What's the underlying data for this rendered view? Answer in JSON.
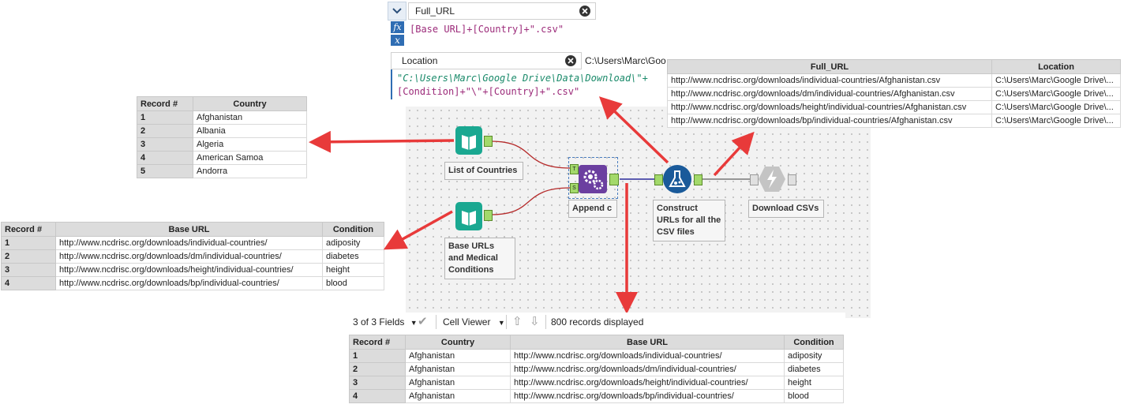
{
  "formula_top": {
    "field_name": "Full_URL",
    "fx_label": "fx",
    "x_label": "x",
    "expression": "[Base URL]+[Country]+\".csv\""
  },
  "formula_second": {
    "field_name": "Location",
    "path_preview": "C:\\Users\\Marc\\Goo",
    "expression_line1": "\"C:\\Users\\Marc\\Google Drive\\Data\\Download\\\"+",
    "expression_line2": "[Condition]+\"\\\"+[Country]+\".csv\""
  },
  "url_table": {
    "headers": [
      "Full_URL",
      "Location"
    ],
    "rows": [
      [
        "http://www.ncdrisc.org/downloads/individual-countries/Afghanistan.csv",
        "C:\\Users\\Marc\\Google Drive\\..."
      ],
      [
        "http://www.ncdrisc.org/downloads/dm/individual-countries/Afghanistan.csv",
        "C:\\Users\\Marc\\Google Drive\\..."
      ],
      [
        "http://www.ncdrisc.org/downloads/height/individual-countries/Afghanistan.csv",
        "C:\\Users\\Marc\\Google Drive\\..."
      ],
      [
        "http://www.ncdrisc.org/downloads/bp/individual-countries/Afghanistan.csv",
        "C:\\Users\\Marc\\Google Drive\\..."
      ]
    ]
  },
  "country_table": {
    "headers": [
      "Record #",
      "Country"
    ],
    "rows": [
      [
        "1",
        "Afghanistan"
      ],
      [
        "2",
        "Albania"
      ],
      [
        "3",
        "Algeria"
      ],
      [
        "4",
        "American Samoa"
      ],
      [
        "5",
        "Andorra"
      ]
    ]
  },
  "base_table": {
    "headers": [
      "Record #",
      "Base URL",
      "Condition"
    ],
    "rows": [
      [
        "1",
        "http://www.ncdrisc.org/downloads/individual-countries/",
        "adiposity"
      ],
      [
        "2",
        "http://www.ncdrisc.org/downloads/dm/individual-countries/",
        "diabetes"
      ],
      [
        "3",
        "http://www.ncdrisc.org/downloads/height/individual-countries/",
        "height"
      ],
      [
        "4",
        "http://www.ncdrisc.org/downloads/bp/individual-countries/",
        "blood"
      ]
    ]
  },
  "tools": {
    "list_of_countries": "List of Countries",
    "base_urls": "Base URLs and Medical Conditions",
    "append": "Append c",
    "construct": "Construct URLs for all the CSV files",
    "download": "Download CSVs"
  },
  "viewer": {
    "fields": "3 of 3 Fields",
    "cell_viewer": "Cell Viewer",
    "records": "800 records displayed"
  },
  "result_table": {
    "headers": [
      "Record #",
      "Country",
      "Base URL",
      "Condition"
    ],
    "rows": [
      [
        "1",
        "Afghanistan",
        "http://www.ncdrisc.org/downloads/individual-countries/",
        "adiposity"
      ],
      [
        "2",
        "Afghanistan",
        "http://www.ncdrisc.org/downloads/dm/individual-countries/",
        "diabetes"
      ],
      [
        "3",
        "Afghanistan",
        "http://www.ncdrisc.org/downloads/height/individual-countries/",
        "height"
      ],
      [
        "4",
        "Afghanistan",
        "http://www.ncdrisc.org/downloads/bp/individual-countries/",
        "blood"
      ]
    ]
  },
  "colors": {
    "input_tool": "#1aa891",
    "append_tool": "#6b3fa0",
    "formula_tool": "#1a5a9a",
    "download_tool": "#c4c4c4",
    "arrow": "#e83a3a",
    "connector": "#b52b2b",
    "connector_main": "#2b2b9a"
  }
}
